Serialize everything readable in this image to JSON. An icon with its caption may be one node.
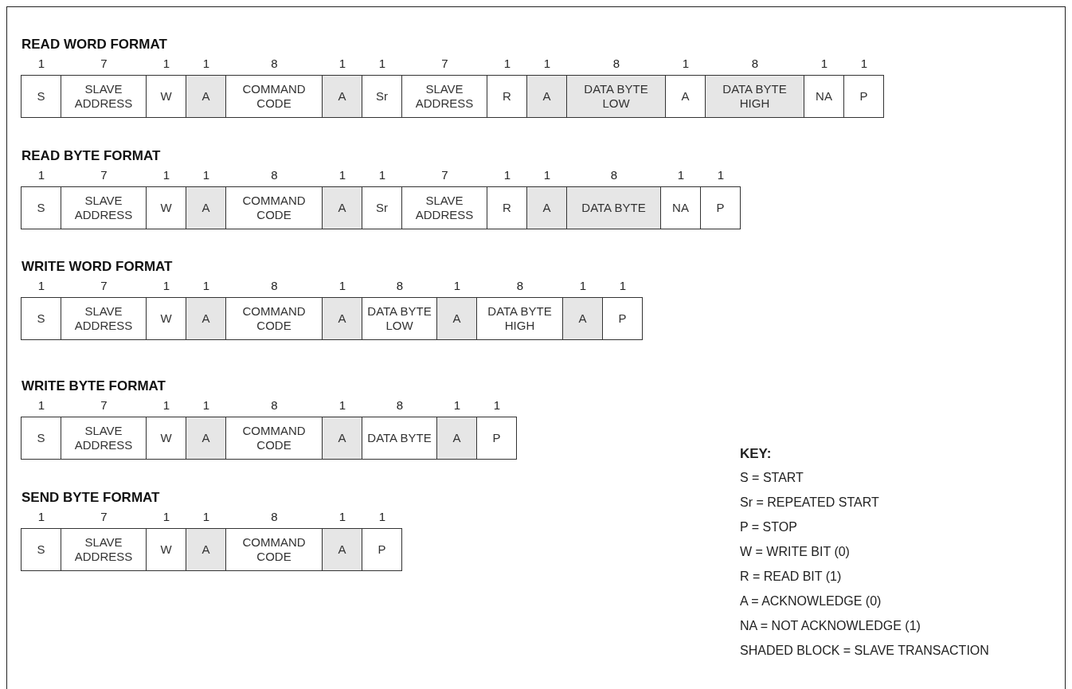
{
  "diagram": {
    "nodes": [
      {
        "text": [
          "S"
        ],
        "beside": [
          "1"
        ]
      },
      {
        "text": [
          "SLAVE ADDRESS"
        ],
        "beside": [
          "7"
        ]
      },
      {
        "text": [
          "W"
        ],
        "beside": [
          "1"
        ]
      },
      {
        "text": [
          "A"
        ],
        "beside": [
          "1"
        ]
      },
      {
        "text": [
          "COMMAND CODE"
        ],
        "beside": [
          "8"
        ]
      },
      {
        "text": [
          "A"
        ],
        "beside": [
          "1"
        ]
      },
      {
        "text": [
          "Sr"
        ],
        "beside": [
          "1"
        ]
      },
      {
        "text": [
          "SLAVE ADDRESS"
        ],
        "beside": [
          "7"
        ]
      },
      {
        "text": [
          "R"
        ],
        "beside": [
          "1"
        ]
      },
      {
        "text": [
          "A"
        ],
        "beside": [
          "1"
        ]
      },
      {
        "text": [
          "DATA BYTE LOW"
        ],
        "beside": [
          "8"
        ]
      },
      {
        "text": [
          "A"
        ],
        "beside": [
          "1"
        ]
      },
      {
        "text": [
          "DATA BYTE HIGH"
        ],
        "beside": [
          "8"
        ]
      },
      {
        "text": [
          "NA"
        ],
        "beside": [
          "1"
        ]
      },
      {
        "text": [
          "P"
        ],
        "beside": [
          "1"
        ]
      },
      {
        "text": [
          "S"
        ],
        "beside": [
          "1"
        ]
      },
      {
        "text": [
          "SLAVE ADDRESS"
        ],
        "beside": [
          "7"
        ]
      },
      {
        "text": [
          "W"
        ],
        "beside": [
          "1"
        ]
      },
      {
        "text": [
          "A"
        ],
        "beside": [
          "1"
        ]
      },
      {
        "text": [
          "COMMAND CODE"
        ],
        "beside": [
          "8"
        ]
      },
      {
        "text": [
          "A"
        ],
        "beside": [
          "1"
        ]
      },
      {
        "text": [
          "Sr"
        ],
        "beside": [
          "1"
        ]
      },
      {
        "text": [
          "SLAVE ADDRESS"
        ],
        "beside": [
          "7"
        ]
      },
      {
        "text": [
          "R"
        ],
        "beside": [
          "1"
        ]
      },
      {
        "text": [
          "A"
        ],
        "beside": [
          "1"
        ]
      },
      {
        "text": [
          "DATA BYTE"
        ],
        "beside": [
          "8"
        ]
      },
      {
        "text": [
          "NA"
        ],
        "beside": [
          "1"
        ]
      },
      {
        "text": [
          "P"
        ],
        "beside": [
          "1"
        ]
      },
      {
        "text": [
          "S"
        ],
        "beside": [
          "1"
        ]
      },
      {
        "text": [
          "SLAVE ADDRESS"
        ],
        "beside": [
          "7"
        ]
      },
      {
        "text": [
          "W"
        ],
        "beside": [
          "1"
        ]
      },
      {
        "text": [
          "A"
        ],
        "beside": [
          "1"
        ]
      },
      {
        "text": [
          "COMMAND CODE"
        ],
        "beside": [
          "8"
        ]
      },
      {
        "text": [
          "A"
        ],
        "beside": [
          "1"
        ]
      },
      {
        "text": [
          "DATA BYTE LOW"
        ],
        "beside": [
          "8"
        ]
      },
      {
        "text": [
          "A"
        ],
        "beside": [
          "1"
        ]
      },
      {
        "text": [
          "DATA BYTE HIGH"
        ],
        "beside": [
          "8"
        ]
      },
      {
        "text": [
          "A"
        ],
        "beside": [
          "1"
        ]
      },
      {
        "text": [
          "P"
        ],
        "beside": [
          "1"
        ]
      },
      {
        "text": [
          "S"
        ],
        "beside": [
          "1"
        ]
      },
      {
        "text": [
          "SLAVE ADDRESS"
        ],
        "beside": [
          "7"
        ]
      },
      {
        "text": [
          "W"
        ],
        "beside": [
          "1"
        ]
      },
      {
        "text": [
          "A"
        ],
        "beside": [
          "1"
        ]
      },
      {
        "text": [
          "COMMAND CODE"
        ],
        "beside": [
          "8"
        ]
      },
      {
        "text": [
          "A"
        ],
        "beside": [
          "1"
        ]
      },
      {
        "text": [
          "DATA BYTE"
        ],
        "beside": [
          "8"
        ]
      },
      {
        "text": [
          "A"
        ],
        "beside": [
          "1"
        ]
      },
      {
        "text": [
          "P"
        ],
        "beside": [
          "1"
        ]
      },
      {
        "text": [
          "S"
        ],
        "beside": [
          "1"
        ]
      },
      {
        "text": [
          "SLAVE ADDRESS"
        ],
        "beside": [
          "7"
        ]
      },
      {
        "text": [
          "W"
        ],
        "beside": [
          "1"
        ]
      },
      {
        "text": [
          "A"
        ],
        "beside": [
          "1"
        ]
      },
      {
        "text": [
          "COMMAND CODE"
        ],
        "beside": [
          "8"
        ]
      },
      {
        "text": [
          "A"
        ],
        "beside": [
          "1"
        ]
      },
      {
        "text": [
          "P"
        ],
        "beside": [
          "1"
        ]
      }
    ],
    "labels": [
      "READ WORD FORMAT",
      "READ BYTE FORMAT",
      "WRITE WORD FORMAT",
      "WRITE BYTE FORMAT",
      "SEND BYTE FORMAT",
      "KEY:",
      "S = START",
      "Sr = REPEATED START",
      "P = STOP",
      "W = WRITE BIT (0)",
      "R = READ BIT (1)",
      "A = ACKNOWLEDGE (0)",
      "NA = NOT ACKNOWLEDGE (1)",
      "SHADED BLOCK = SLAVE TRANSACTION"
    ]
  }
}
